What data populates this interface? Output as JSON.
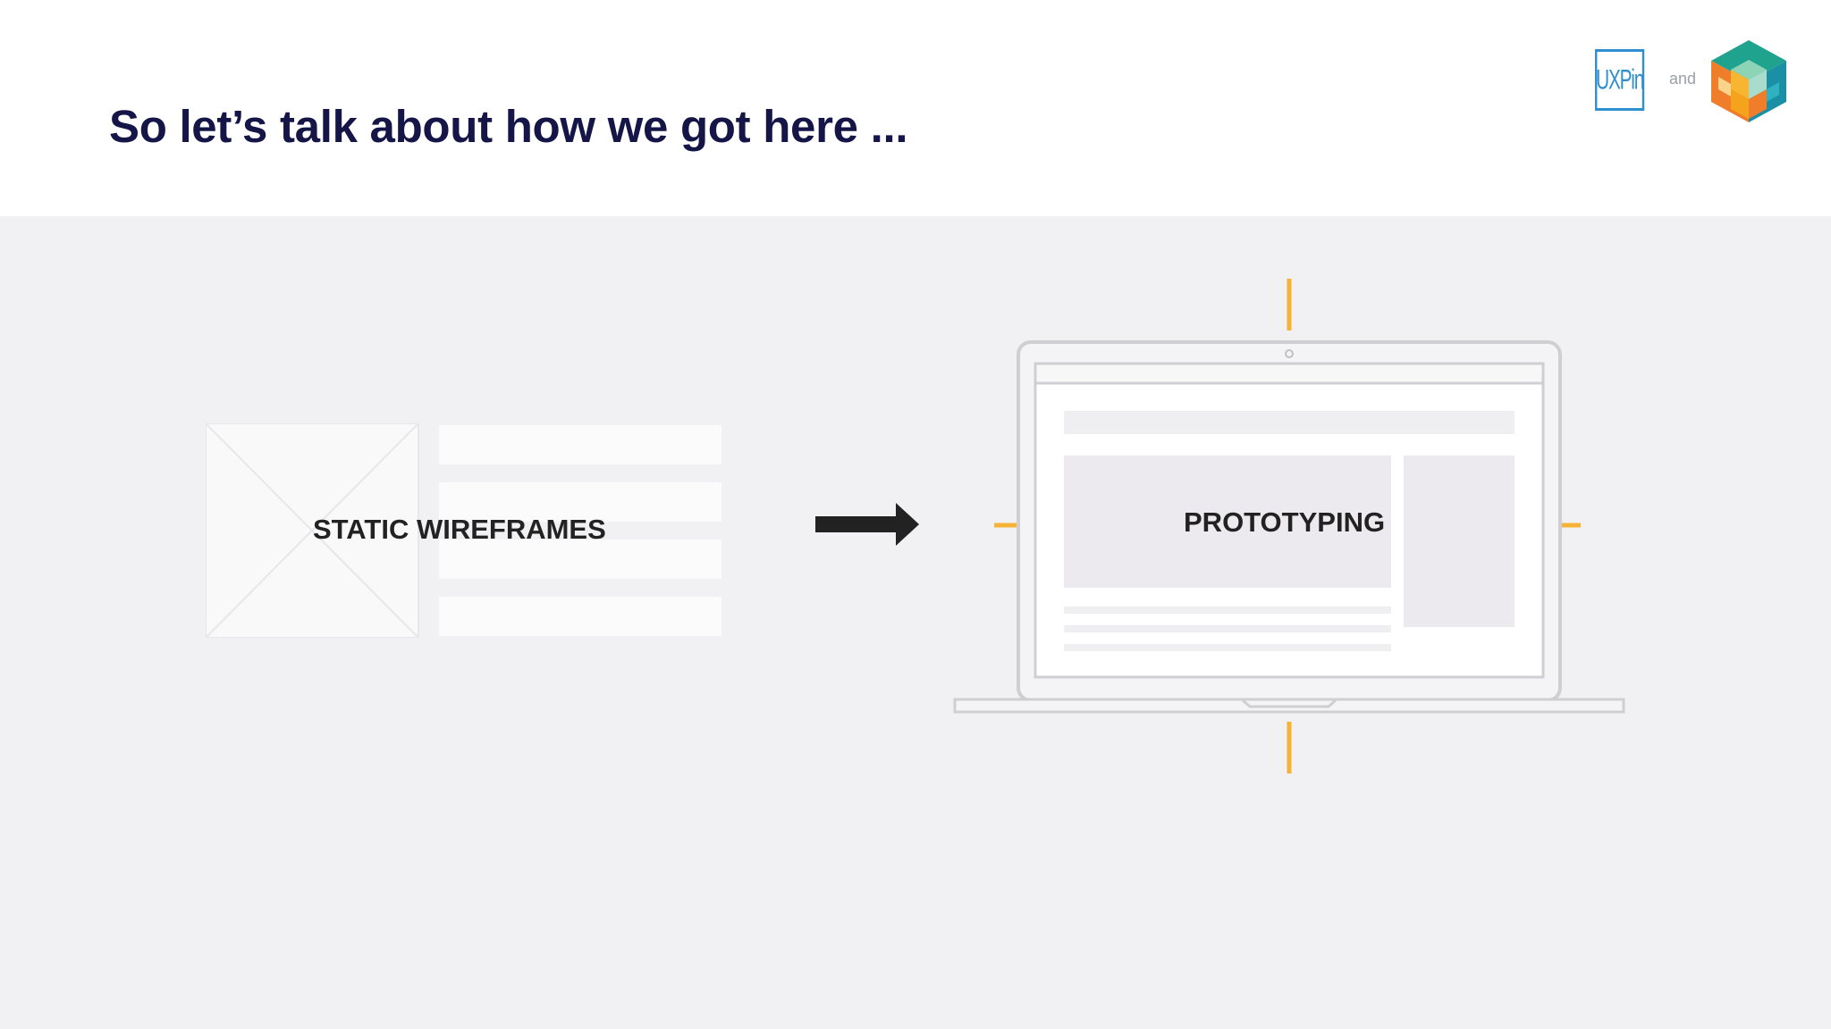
{
  "slide": {
    "title": "So let’s talk about how we got here ...",
    "logos": {
      "uxpin": "UXPin",
      "connector": "and",
      "partner": "cube-logo"
    },
    "left_label": "STATIC WIREFRAMES",
    "right_label": "PROTOTYPING"
  },
  "colors": {
    "title": "#151547",
    "content_background": "#f1f0f2",
    "accent_yellow": "#f5b335",
    "uxpin_blue": "#2f8fd0",
    "label_text": "#222222",
    "arrow": "#222222"
  },
  "icons": [
    "uxpin-logo",
    "cube-logo-icon",
    "wireframe-image-placeholder-icon",
    "arrow-right-icon",
    "laptop-icon"
  ]
}
